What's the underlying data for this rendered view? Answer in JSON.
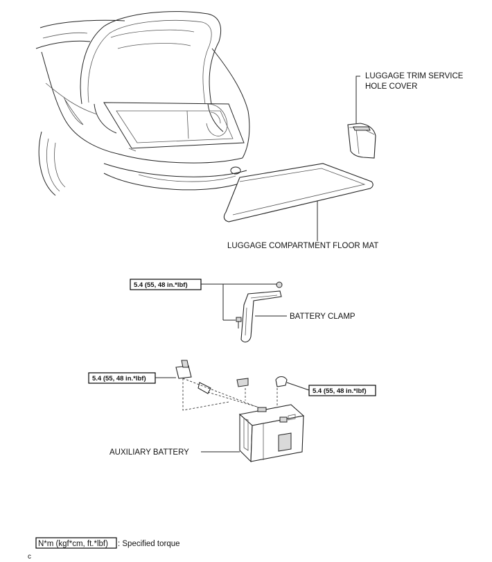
{
  "labels": {
    "trim_cover": [
      "LUGGAGE TRIM SERVICE",
      "HOLE COVER"
    ],
    "floor_mat": "LUGGAGE COMPARTMENT FLOOR MAT",
    "battery_clamp": "BATTERY CLAMP",
    "auxiliary_battery": "AUXILIARY BATTERY"
  },
  "torque": {
    "clamp": "5.4 (55, 48 in.*lbf)",
    "left_terminal": "5.4 (55, 48 in.*lbf)",
    "right_terminal": "5.4 (55, 48 in.*lbf)"
  },
  "legend": {
    "unit": "N*m (kgf*cm, ft.*lbf)",
    "text": ": Specified torque"
  },
  "corner_mark": "c"
}
